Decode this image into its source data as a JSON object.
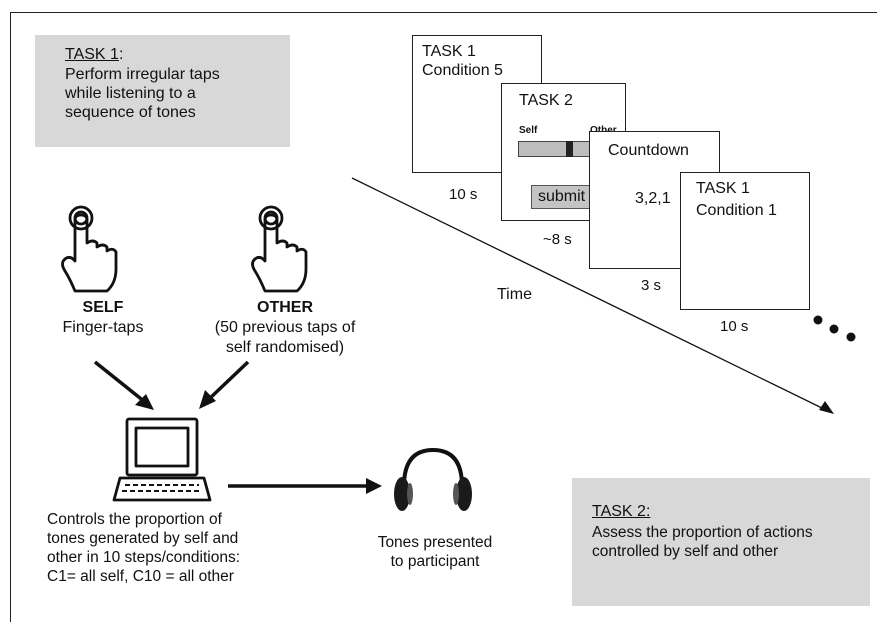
{
  "task1_box": {
    "title": "TASK 1",
    "title_suffix": ":",
    "lines": [
      "Perform irregular taps",
      "while listening to a",
      "sequence of tones"
    ]
  },
  "screens": {
    "s1": {
      "line1": "TASK 1",
      "line2": "Condition 5",
      "duration": "10 s"
    },
    "s2": {
      "line1": "TASK 2",
      "self_label": "Self",
      "other_label": "Other",
      "submit": "submit",
      "duration": "~8 s"
    },
    "s3": {
      "line1": "Countdown",
      "countdown": "3,2,1",
      "duration": "3 s"
    },
    "s4": {
      "line1": "TASK 1",
      "line2": "Condition 1",
      "duration": "10 s"
    }
  },
  "time_label": "Time",
  "self_block": {
    "title": "SELF",
    "subtitle": "Finger-taps"
  },
  "other_block": {
    "title": "OTHER",
    "lines": [
      "(50 previous taps of",
      "self randomised)"
    ]
  },
  "computer_caption": [
    "Controls the proportion of",
    "tones generated by self and",
    "other in 10 steps/conditions:",
    "C1= all self, C10 = all other"
  ],
  "headphones_caption": [
    "Tones presented",
    "to participant"
  ],
  "task2_box": {
    "title": "TASK 2:",
    "lines": [
      "Assess the proportion of actions",
      "controlled by self and other"
    ]
  },
  "colors": {
    "box_gray": "#d8d8d8",
    "ink": "#111111"
  },
  "icons": [
    "pointing-finger-icon",
    "computer-icon",
    "headphones-icon"
  ]
}
